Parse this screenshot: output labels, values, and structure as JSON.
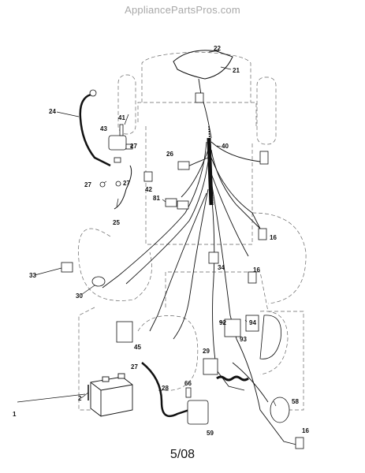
{
  "watermark": "AppliancePartsPros.com",
  "page_number": "5/08",
  "callouts": {
    "c1": "1",
    "c2": "2",
    "c16a": "16",
    "c16b": "16",
    "c16c": "16",
    "c21": "21",
    "c22": "22",
    "c24": "24",
    "c25": "25",
    "c26": "26",
    "c27a": "27",
    "c27b": "27",
    "c27c": "27",
    "c27d": "27",
    "c28": "28",
    "c29": "29",
    "c30": "30",
    "c33": "33",
    "c34": "34",
    "c40": "40",
    "c41": "41",
    "c42": "42",
    "c43": "43",
    "c45": "45",
    "c58": "58",
    "c59": "59",
    "c66": "66",
    "c81": "81",
    "c92": "92",
    "c93": "93",
    "c94": "94"
  }
}
